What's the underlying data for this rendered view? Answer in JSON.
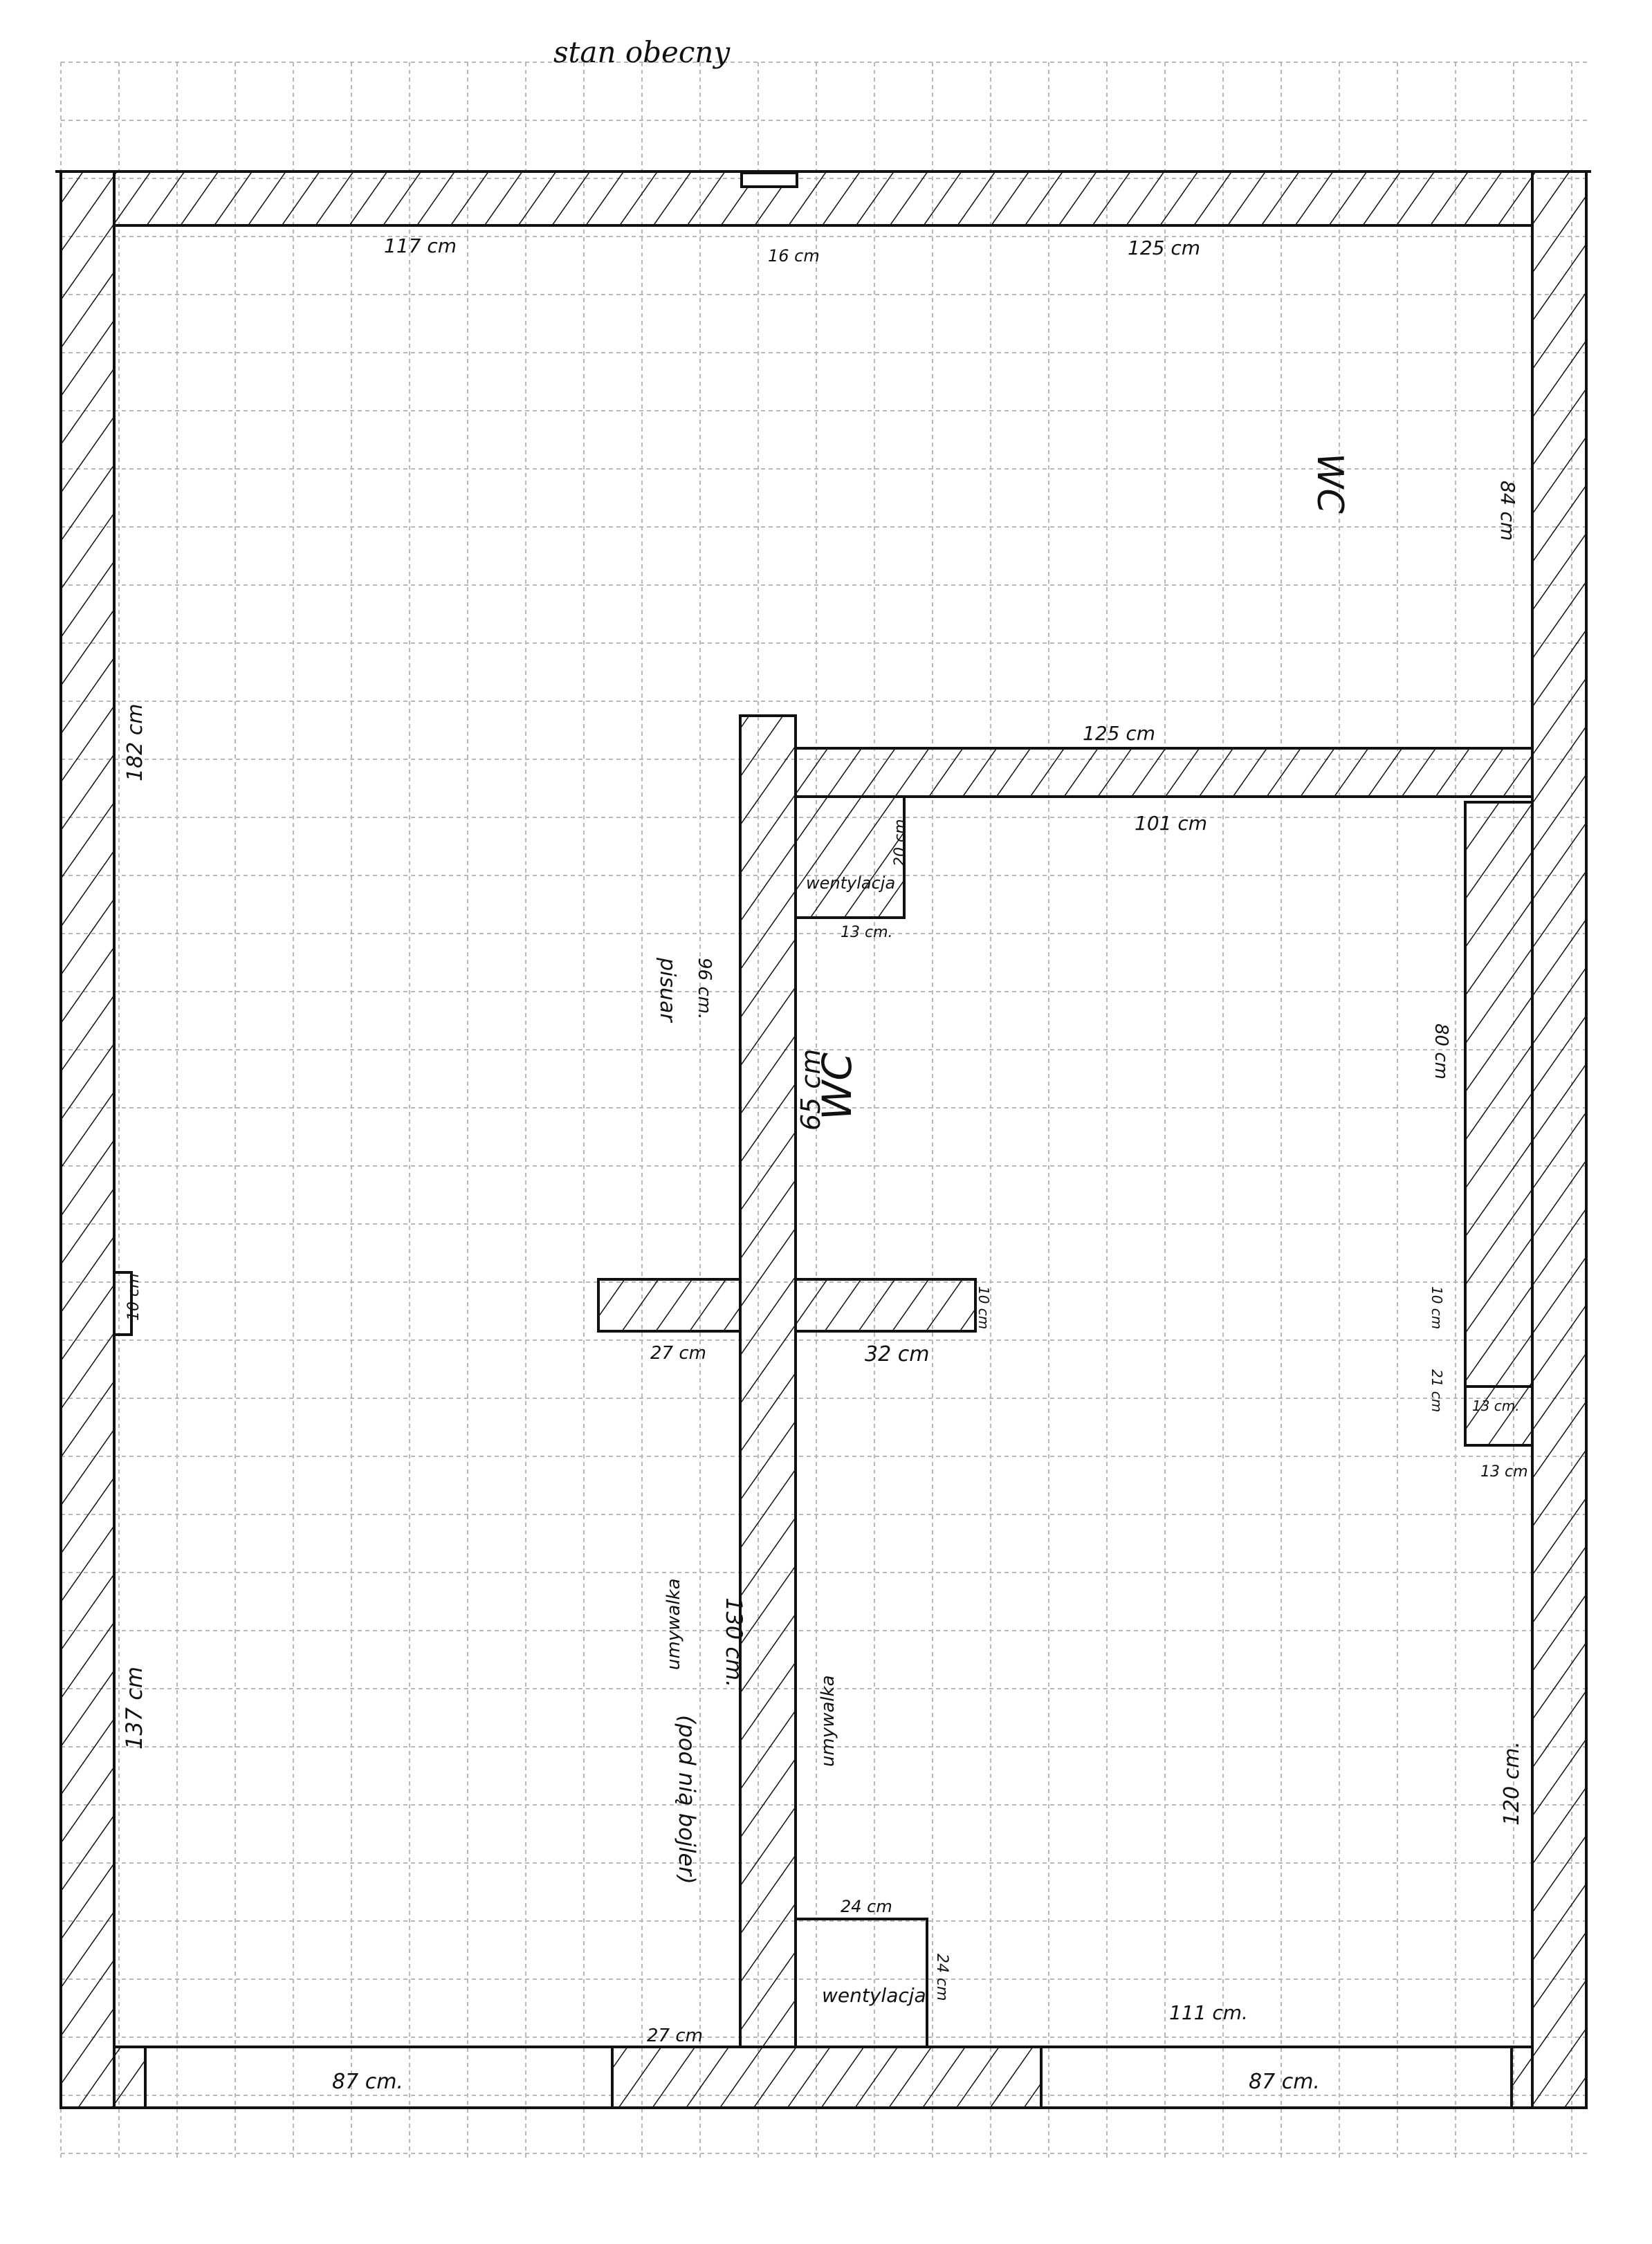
{
  "title": "stan obecny",
  "rooms": {
    "wc_top": "WC",
    "wc_inner": "WC"
  },
  "labels": {
    "pisuar": "pisuar",
    "wentylacja_upper": "wentylacja",
    "wentylacja_lower": "wentylacja",
    "umywalka_left": "umywalka",
    "umywalka_right": "umywalka",
    "bojler": "(pod nią bojler)"
  },
  "dimensions": {
    "d117": "117 cm",
    "d16": "16 cm",
    "d125_top": "125 cm",
    "d84": "84 cm",
    "d182": "182 cm",
    "d125_mid": "125 cm",
    "d101": "101 cm",
    "d20": "20 cm",
    "d13_vent": "13 cm.",
    "d96": "96 cm.",
    "d65": "65 cm",
    "d80": "80 cm",
    "d10_left": "10 cm",
    "d27_cross": "27 cm",
    "d32": "32 cm",
    "d10_cross": "10 cm",
    "d10_right": "10 cm",
    "d21": "21 cm",
    "d13_box": "13 cm.",
    "d13_right": "13 cm",
    "d130": "130 cm.",
    "d137": "137 cm",
    "d120": "120 cm.",
    "d24_top": "24 cm",
    "d24_side": "24 cm",
    "d27_bottom": "27 cm",
    "d87_left": "87 cm.",
    "d87_right": "87 cm.",
    "d111": "111 cm."
  },
  "colors": {
    "ink": "#111111",
    "grid": "#b8b8b8",
    "paper": "#ffffff"
  }
}
